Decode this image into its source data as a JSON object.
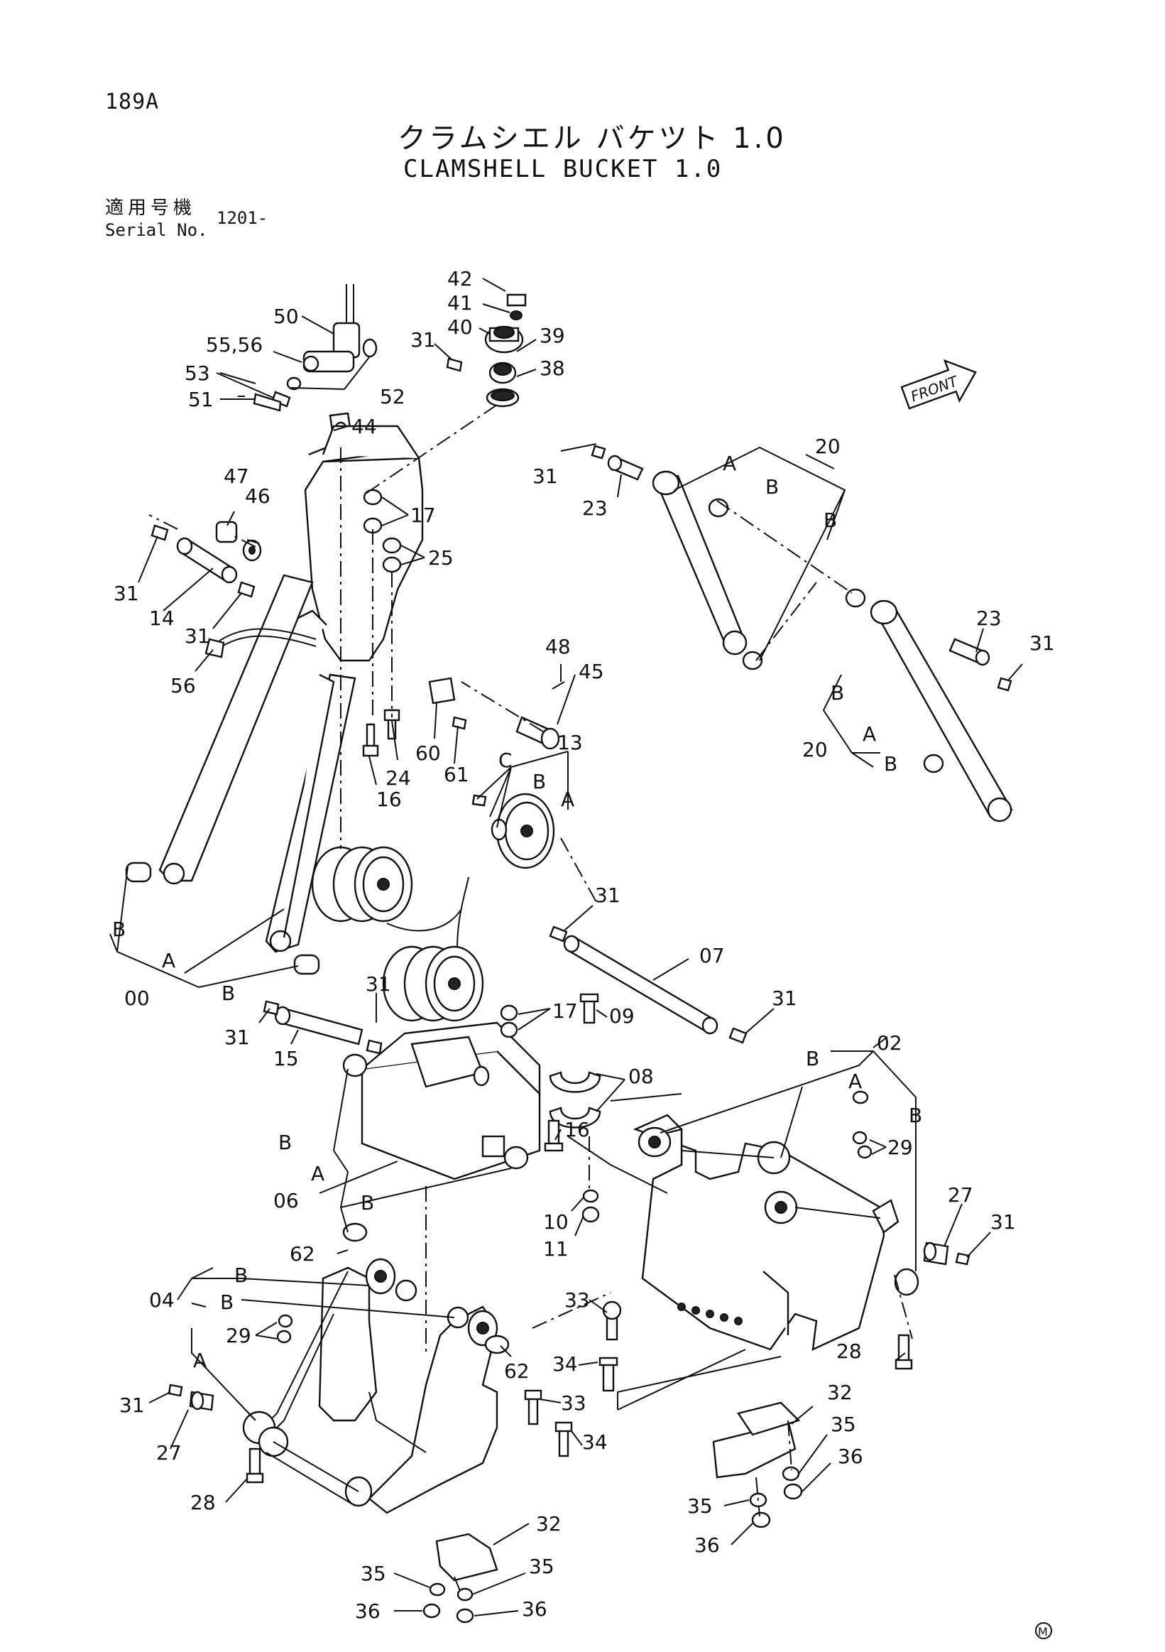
{
  "header": {
    "page_number": "189A",
    "title_jp": "クラムシエル バケツト 1.0",
    "title_en": "CLAMSHELL BUCKET 1.0",
    "serial_label_jp": "適用号機",
    "serial_label_en": "Serial No.",
    "serial_value": "1201-"
  },
  "front_label": "FRONT",
  "corner_mark": "M",
  "callouts": {
    "c42": "42",
    "c41": "41",
    "c40": "40",
    "c39": "39",
    "c38": "38",
    "c31a": "31",
    "c50": "50",
    "c5556": "55,56",
    "c53": "53",
    "c51": "51",
    "c52": "52",
    "c44": "44",
    "c47": "47",
    "c46": "46",
    "c31b": "31",
    "c14": "14",
    "c31c": "31",
    "c56": "56",
    "c17a": "17",
    "c25": "25",
    "c48": "48",
    "c45": "45",
    "c60": "60",
    "c61": "61",
    "c16a": "16",
    "c24": "24",
    "c13": "13",
    "c31d": "31",
    "c23a": "23",
    "c20a": "20",
    "c23b": "23",
    "c31e": "31",
    "c20b": "20",
    "c00": "00",
    "c31f": "31",
    "c07": "07",
    "c31g": "31",
    "c31h": "31",
    "c31i": "31",
    "c15": "15",
    "c17b": "17",
    "c09": "09",
    "c08": "08",
    "c02": "02",
    "c16b": "16",
    "c06": "06",
    "c29a": "29",
    "c27a": "27",
    "c31j": "31",
    "c10": "10",
    "c11": "11",
    "c62a": "62",
    "c04": "04",
    "c29b": "29",
    "c33a": "33",
    "c28a": "28",
    "c34a": "34",
    "c62b": "62",
    "c33b": "33",
    "c31k": "31",
    "c27b": "27",
    "c34b": "34",
    "c32a": "32",
    "c35a": "35",
    "c36a": "36",
    "c35b": "35",
    "c36b": "36",
    "c28b": "28",
    "c32b": "32",
    "c35c": "35",
    "c35d": "35",
    "c36c": "36",
    "c36d": "36"
  },
  "letters": {
    "a": "A",
    "b": "B",
    "c": "C"
  }
}
